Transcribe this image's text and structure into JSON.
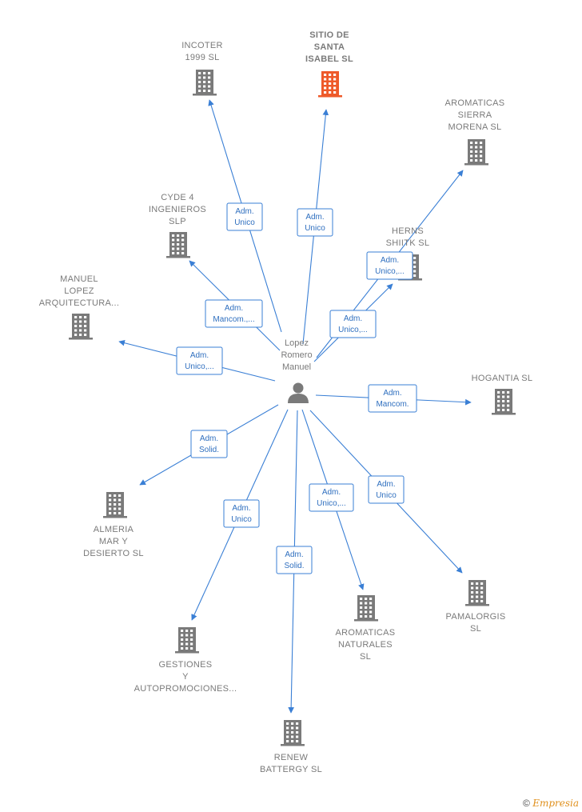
{
  "center": {
    "name_lines": [
      "Lopez",
      "Romero",
      "Manuel"
    ],
    "icon": "person-icon"
  },
  "colors": {
    "building": "#7a7a7a",
    "building_highlight": "#ee5a2a",
    "edge": "#3a7fd5"
  },
  "nodes": [
    {
      "id": "incoter",
      "lines": [
        "INCOTER",
        "1999  SL"
      ],
      "highlight": false,
      "role": [
        "Adm.",
        "Unico"
      ]
    },
    {
      "id": "sitio",
      "lines": [
        "SITIO DE",
        "SANTA",
        "ISABEL  SL"
      ],
      "highlight": true,
      "role": [
        "Adm.",
        "Unico"
      ]
    },
    {
      "id": "aromaticas-sierra",
      "lines": [
        "AROMATICAS",
        "SIERRA",
        "MORENA  SL"
      ],
      "highlight": false,
      "role": [
        "Adm.",
        "Unico,..."
      ]
    },
    {
      "id": "herns",
      "lines": [
        "HERNS",
        "SHIITK  SL"
      ],
      "highlight": false,
      "role": [
        "Adm.",
        "Unico,..."
      ]
    },
    {
      "id": "cyde",
      "lines": [
        "CYDE 4",
        "INGENIEROS",
        "SLP"
      ],
      "highlight": false,
      "role": [
        "Adm.",
        "Mancom.,..."
      ]
    },
    {
      "id": "manuel-lopez",
      "lines": [
        "MANUEL",
        "LOPEZ",
        "ARQUITECTURA..."
      ],
      "highlight": false,
      "role": [
        "Adm.",
        "Unico,..."
      ]
    },
    {
      "id": "hogantia",
      "lines": [
        "HOGANTIA  SL"
      ],
      "highlight": false,
      "role": [
        "Adm.",
        "Mancom."
      ]
    },
    {
      "id": "almeria",
      "lines": [
        "ALMERIA",
        "MAR Y",
        "DESIERTO SL"
      ],
      "highlight": false,
      "role": [
        "Adm.",
        "Solid."
      ]
    },
    {
      "id": "gestiones",
      "lines": [
        "GESTIONES",
        "Y",
        "AUTOPROMOCIONES..."
      ],
      "highlight": false,
      "role": [
        "Adm.",
        "Unico"
      ]
    },
    {
      "id": "renew",
      "lines": [
        "RENEW",
        "BATTERGY  SL"
      ],
      "highlight": false,
      "role": [
        "Adm.",
        "Solid."
      ]
    },
    {
      "id": "aromaticas-naturales",
      "lines": [
        "AROMATICAS",
        "NATURALES",
        "SL"
      ],
      "highlight": false,
      "role": [
        "Adm.",
        "Unico,..."
      ]
    },
    {
      "id": "pamalorgis",
      "lines": [
        "PAMALORGIS",
        "SL"
      ],
      "highlight": false,
      "role": [
        "Adm.",
        "Unico"
      ]
    }
  ],
  "footer": {
    "copyright": "©",
    "brand": "Empresia"
  }
}
